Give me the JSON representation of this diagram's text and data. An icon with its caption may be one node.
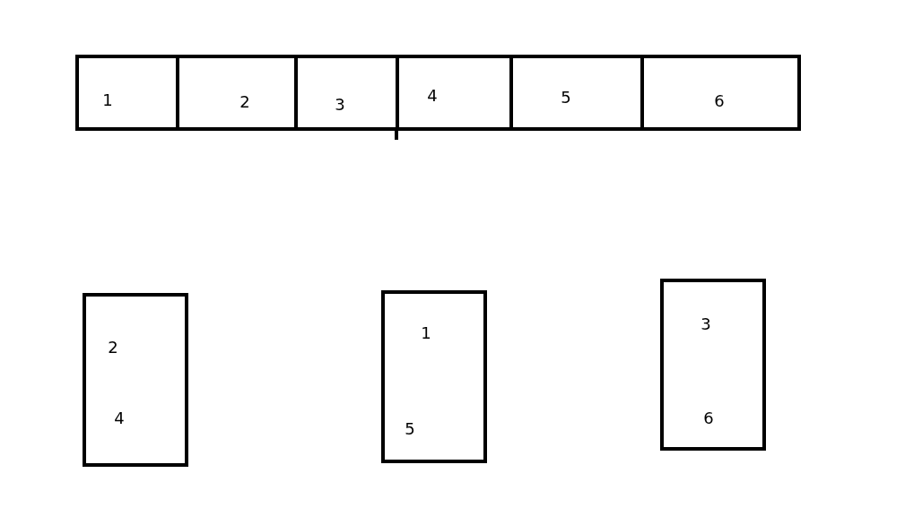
{
  "diagram": {
    "nodes": [
      {
        "text": [
          "1"
        ]
      },
      {
        "text": [
          "2"
        ]
      },
      {
        "text": [
          "3"
        ]
      },
      {
        "text": [
          "4"
        ]
      },
      {
        "text": [
          "5"
        ]
      },
      {
        "text": [
          "6"
        ]
      },
      {
        "text": [
          "2",
          "4"
        ]
      },
      {
        "text": [
          "1",
          "5"
        ]
      },
      {
        "text": [
          "3",
          "6"
        ]
      }
    ]
  }
}
